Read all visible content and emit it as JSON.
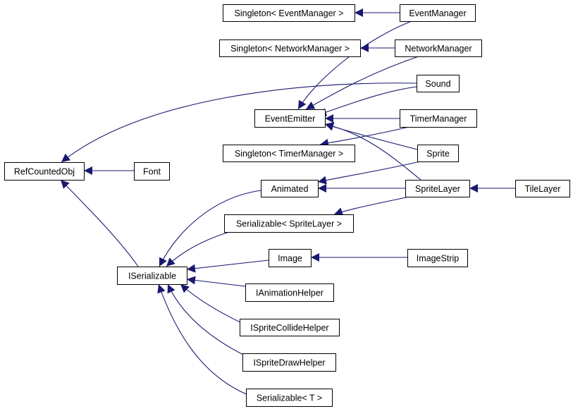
{
  "diagram": {
    "colors": {
      "edge": "#191970",
      "node_border": "#000000",
      "node_fill": "#ffffff"
    },
    "nodes": [
      {
        "id": "singleton-eventmanager",
        "label": "Singleton< EventManager >"
      },
      {
        "id": "eventmanager",
        "label": "EventManager"
      },
      {
        "id": "singleton-networkmanager",
        "label": "Singleton< NetworkManager >"
      },
      {
        "id": "networkmanager",
        "label": "NetworkManager"
      },
      {
        "id": "sound",
        "label": "Sound"
      },
      {
        "id": "eventemitter",
        "label": "EventEmitter"
      },
      {
        "id": "timermanager",
        "label": "TimerManager"
      },
      {
        "id": "singleton-timermanager",
        "label": "Singleton< TimerManager >"
      },
      {
        "id": "sprite",
        "label": "Sprite"
      },
      {
        "id": "refcountedobj",
        "label": "RefCountedObj"
      },
      {
        "id": "font",
        "label": "Font"
      },
      {
        "id": "animated",
        "label": "Animated"
      },
      {
        "id": "spritelayer",
        "label": "SpriteLayer"
      },
      {
        "id": "tilelayer",
        "label": "TileLayer"
      },
      {
        "id": "serializable-spritelayer",
        "label": "Serializable< SpriteLayer >"
      },
      {
        "id": "image",
        "label": "Image"
      },
      {
        "id": "imagestrip",
        "label": "ImageStrip"
      },
      {
        "id": "iserializable",
        "label": "ISerializable"
      },
      {
        "id": "ianimationhelper",
        "label": "IAnimationHelper"
      },
      {
        "id": "ispritecollidehelper",
        "label": "ISpriteCollideHelper"
      },
      {
        "id": "ispritedrawhelper",
        "label": "ISpriteDrawHelper"
      },
      {
        "id": "serializable-t",
        "label": "Serializable< T >"
      }
    ],
    "edges": [
      {
        "from": "eventmanager",
        "to": "singleton-eventmanager"
      },
      {
        "from": "eventmanager",
        "to": "eventemitter"
      },
      {
        "from": "networkmanager",
        "to": "singleton-networkmanager"
      },
      {
        "from": "networkmanager",
        "to": "eventemitter"
      },
      {
        "from": "sound",
        "to": "refcountedobj"
      },
      {
        "from": "sound",
        "to": "eventemitter"
      },
      {
        "from": "timermanager",
        "to": "eventemitter"
      },
      {
        "from": "timermanager",
        "to": "singleton-timermanager"
      },
      {
        "from": "sprite",
        "to": "eventemitter"
      },
      {
        "from": "sprite",
        "to": "animated"
      },
      {
        "from": "spritelayer",
        "to": "eventemitter"
      },
      {
        "from": "spritelayer",
        "to": "animated"
      },
      {
        "from": "spritelayer",
        "to": "serializable-spritelayer"
      },
      {
        "from": "tilelayer",
        "to": "spritelayer"
      },
      {
        "from": "font",
        "to": "refcountedobj"
      },
      {
        "from": "iserializable",
        "to": "refcountedobj"
      },
      {
        "from": "animated",
        "to": "iserializable"
      },
      {
        "from": "serializable-spritelayer",
        "to": "iserializable"
      },
      {
        "from": "image",
        "to": "iserializable"
      },
      {
        "from": "imagestrip",
        "to": "image"
      },
      {
        "from": "ianimationhelper",
        "to": "iserializable"
      },
      {
        "from": "ispritecollidehelper",
        "to": "iserializable"
      },
      {
        "from": "ispritedrawhelper",
        "to": "iserializable"
      },
      {
        "from": "serializable-t",
        "to": "iserializable"
      }
    ]
  }
}
